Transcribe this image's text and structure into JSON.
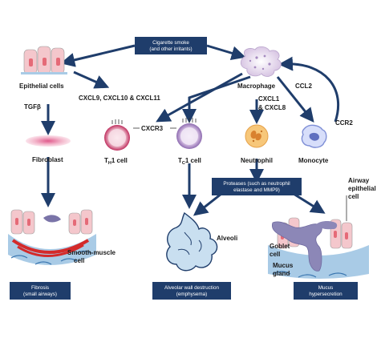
{
  "boxes": {
    "smoke": [
      "Cigarette smoke",
      "(and other irritants)"
    ],
    "proteases": [
      "Proteases (such as neutrophil",
      "elastase and MMP9)"
    ],
    "fibrosis": [
      "Fibrosis",
      "(small airways)"
    ],
    "alveolar": [
      "Alveolar wall destruction",
      "(emphysema)"
    ],
    "mucus": [
      "Mucus",
      "hypersecretion"
    ]
  },
  "labels": {
    "epithelial_cells": "Epithelial cells",
    "cxcl_receptors": "CXCL9, CXCL10 & CXCL11",
    "tgfb": "TGFβ",
    "fibroblast": "Fibroblast",
    "macrophage": "Macrophage",
    "ccl2": "CCL2",
    "cxcl1_8": "CXCL1\n& CXCL8",
    "ccr2": "CCR2",
    "cxcr3": "CXCR3",
    "th1_main": "T",
    "th1_sub": "H",
    "th1_tail": "1 cell",
    "tc1_main": "T",
    "tc1_sub": "C",
    "tc1_tail": "1 cell",
    "neutrophil": "Neutrophil",
    "monocyte": "Monocyte",
    "smooth_muscle": [
      "Smooth-muscle",
      "cell"
    ],
    "alveoli": "Alveoli",
    "goblet": [
      "Goblet",
      "cell"
    ],
    "mucus_gland": [
      "Mucus",
      "gland"
    ],
    "airway_epithelial": [
      "Airway",
      "epithelial",
      "cell"
    ]
  },
  "colors": {
    "arrow": "#1f3d6b",
    "box": "#1f3d6b",
    "cell_pink": "#f4c7cc",
    "tissue_blue": "#a9cbe6",
    "muscle_red": "#d42a2a",
    "alveoli": "#c9dff0",
    "gland": "#8c87b7"
  }
}
